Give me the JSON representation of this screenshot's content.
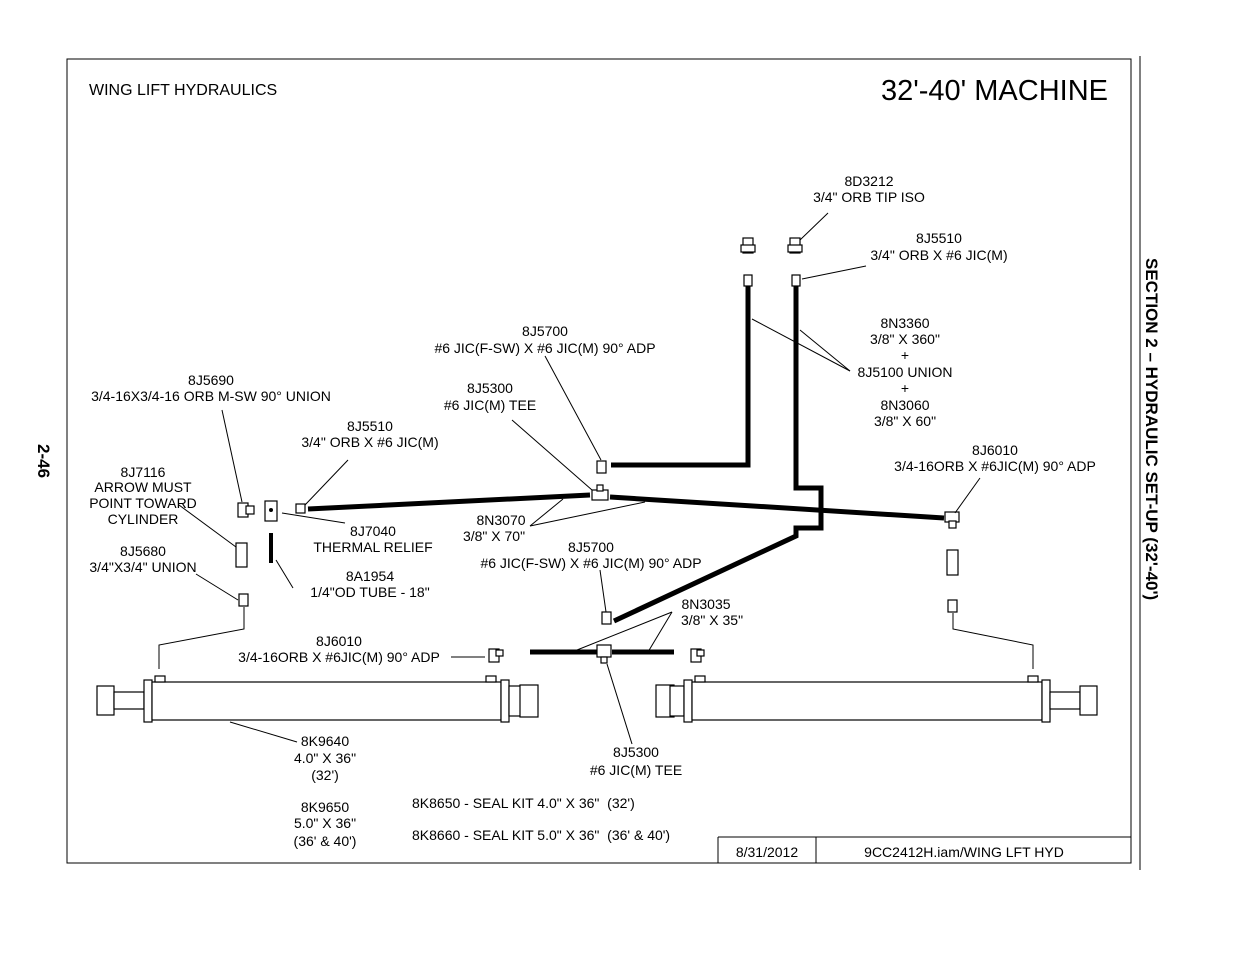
{
  "header": {
    "title_left": "WING LIFT HYDRAULICS",
    "title_right": "32'-40' MACHINE"
  },
  "side": {
    "section": "SECTION 2 – HYDRAULIC SET-UP (32'-40')",
    "page_number": "2-46"
  },
  "footer": {
    "date": "8/31/2012",
    "file": "9CC2412H.iam/WING LFT HYD"
  },
  "labels": {
    "d3212": [
      "8D3212",
      "3/4\" ORB TIP ISO"
    ],
    "j5510_top": [
      "8J5510",
      "3/4\" ORB X #6 JIC(M)"
    ],
    "n3360": [
      "8N3360",
      "3/8\" X 360\"",
      "+",
      "8J5100 UNION",
      "+",
      "8N3060",
      "3/8\" X 60\""
    ],
    "j5700_top": [
      "8J5700",
      "#6 JIC(F-SW) X #6 JIC(M) 90° ADP"
    ],
    "j5300_top": [
      "8J5300",
      "#6 JIC(M) TEE"
    ],
    "j5690": [
      "8J5690",
      "3/4-16X3/4-16 ORB M-SW 90° UNION"
    ],
    "j5510_left": [
      "8J5510",
      "3/4\" ORB X #6 JIC(M)"
    ],
    "j7116": [
      "8J7116",
      "ARROW MUST",
      "POINT TOWARD",
      "CYLINDER"
    ],
    "j6010_right": [
      "8J6010",
      "3/4-16ORB X #6JIC(M) 90° ADP"
    ],
    "n3070": [
      "8N3070",
      "3/8\" X 70\""
    ],
    "j7040": [
      "8J7040",
      "THERMAL RELIEF"
    ],
    "j5680": [
      "8J5680",
      "3/4\"X3/4\" UNION"
    ],
    "j5700_mid": [
      "8J5700",
      "#6 JIC(F-SW) X #6 JIC(M) 90° ADP"
    ],
    "a1954": [
      "8A1954",
      "1/4\"OD TUBE - 18\""
    ],
    "n3035": [
      "8N3035",
      "3/8\" X 35\""
    ],
    "j6010_left": [
      "8J6010",
      "3/4-16ORB X #6JIC(M) 90° ADP"
    ],
    "k9640": [
      "8K9640",
      "4.0\" X 36\"",
      "(32')"
    ],
    "j5300_bottom": [
      "8J5300",
      "#6 JIC(M) TEE"
    ],
    "k9650": [
      "8K9650",
      "5.0\" X 36\"",
      "(36' & 40')"
    ],
    "seal1": [
      "8K8650 - SEAL KIT 4.0\" X 36\"  (32')"
    ],
    "seal2": [
      "8K8660 - SEAL KIT 5.0\" X 36\"  (36' & 40')"
    ]
  }
}
